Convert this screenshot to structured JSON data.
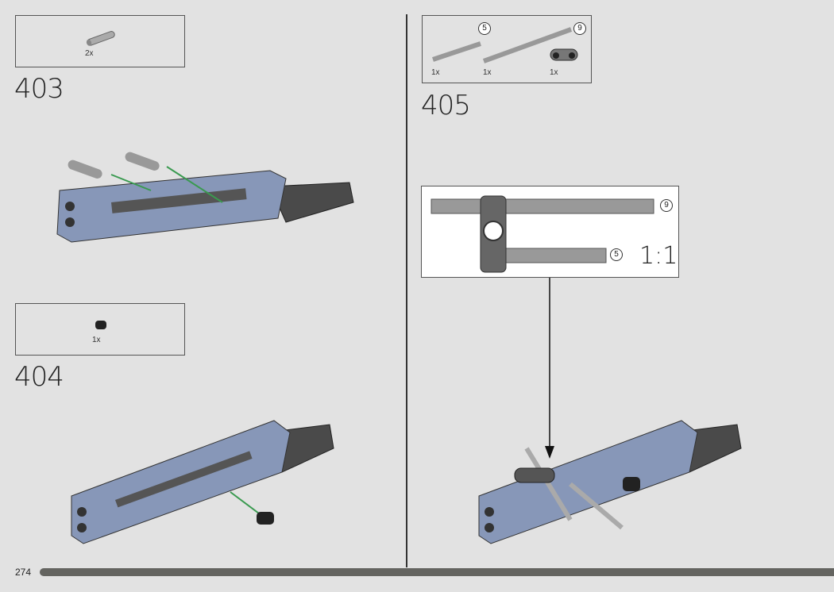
{
  "steps": [
    {
      "number": "403",
      "parts": [
        {
          "qty": "2x",
          "icon": "pin-icon"
        }
      ]
    },
    {
      "number": "404",
      "parts": [
        {
          "qty": "1x",
          "icon": "bush-icon"
        }
      ]
    },
    {
      "number": "405",
      "parts": [
        {
          "qty": "1x",
          "icon": "axle-5-icon",
          "length": "5"
        },
        {
          "qty": "1x",
          "icon": "axle-9-icon",
          "length": "9"
        },
        {
          "qty": "1x",
          "icon": "connector-icon"
        }
      ]
    }
  ],
  "callout": {
    "scale": "1:1",
    "lengths": [
      "9",
      "5"
    ]
  },
  "footer": {
    "page": "274",
    "progress_percent": 100
  }
}
